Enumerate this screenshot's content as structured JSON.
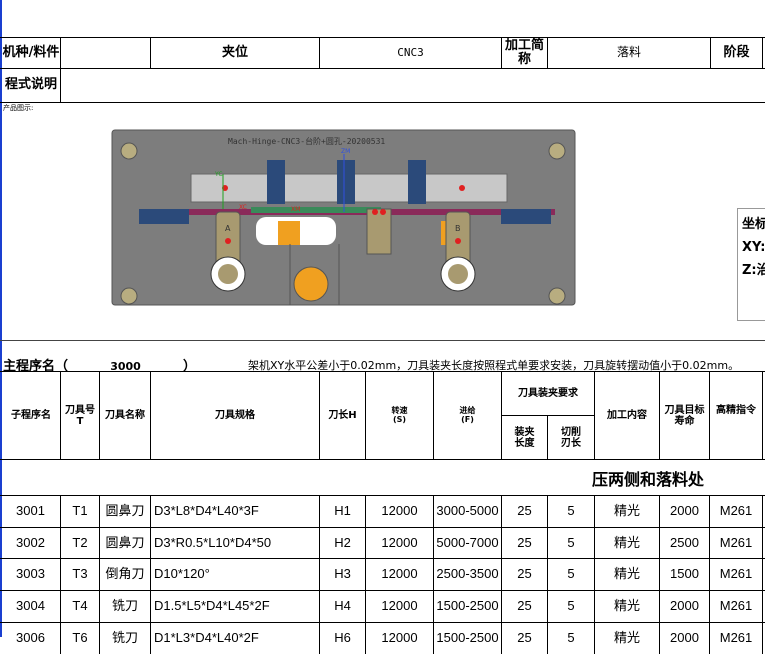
{
  "header": {
    "row1": {
      "machine_label": "机种/料件",
      "machine_value": "",
      "fixture_label": "夹位",
      "fixture_value": "CNC3",
      "process_label": "加工简称",
      "process_value": "落料",
      "stage_label": "阶段"
    },
    "row2": {
      "program_desc_label": "程式说明",
      "program_desc_value": ""
    }
  },
  "product": {
    "label": "产品图示:",
    "drawing_title": "Mach-Hinge-CNC3-台阶+圆孔-20200531",
    "axis_labels": [
      "ZM",
      "YC",
      "XC",
      "XM",
      "A",
      "B"
    ]
  },
  "coord_box": {
    "lines": [
      "坐标",
      "XY:",
      "Z:治"
    ]
  },
  "main_program": {
    "label": "主程序名（",
    "number": "3000",
    "close": "）",
    "note": "架机XY水平公差小于0.02mm，刀具装夹长度按照程式单要求安装，刀具旋转摆动值小于0.02mm。"
  },
  "table": {
    "headers": {
      "sub_program": "子程序名",
      "tool_no": "刀具号T",
      "tool_name": "刀具名称",
      "tool_spec": "刀具规格",
      "tool_length": "刀长H",
      "speed": "转速(S)",
      "feed": "进给(F)",
      "clamp_req": "刀具装夹要求",
      "clamp_len": "装夹长度",
      "cut_len": "切削刃长",
      "content": "加工内容",
      "life": "刀具目标寿命",
      "hs_cmd": "高精指令"
    },
    "section": "压两侧和落料处",
    "rows": [
      [
        "3001",
        "T1",
        "圆鼻刀",
        "D3*L8*D4*L40*3F",
        "H1",
        "12000",
        "3000-5000",
        "25",
        "5",
        "精光",
        "2000",
        "M261"
      ],
      [
        "3002",
        "T2",
        "圆鼻刀",
        "D3*R0.5*L10*D4*50",
        "H2",
        "12000",
        "5000-7000",
        "25",
        "5",
        "精光",
        "2500",
        "M261"
      ],
      [
        "3003",
        "T3",
        "倒角刀",
        "D10*120°",
        "H3",
        "12000",
        "2500-3500",
        "25",
        "5",
        "精光",
        "1500",
        "M261"
      ],
      [
        "3004",
        "T4",
        "铣刀",
        "D1.5*L5*D4*L45*2F",
        "H4",
        "12000",
        "1500-2500",
        "25",
        "5",
        "精光",
        "2000",
        "M261"
      ],
      [
        "3006",
        "T6",
        "铣刀",
        "D1*L3*D4*L40*2F",
        "H6",
        "12000",
        "1500-2500",
        "25",
        "5",
        "精光",
        "2000",
        "M261"
      ]
    ]
  }
}
